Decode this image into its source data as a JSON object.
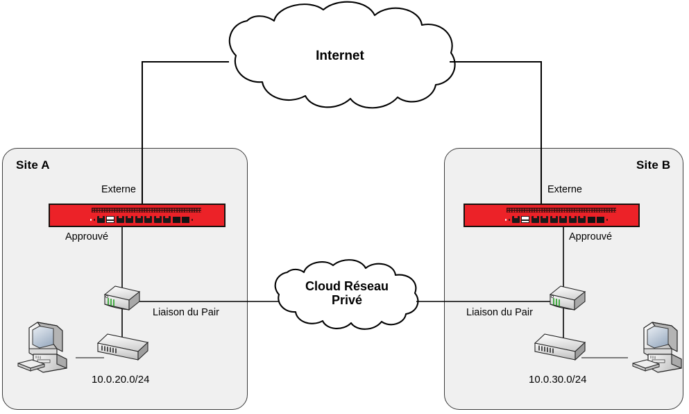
{
  "diagram": {
    "title": "Network topology: two sites connected via Internet and Private Network Cloud",
    "colors": {
      "firewall_red": "#ec2228",
      "site_box_fill": "#f0f0f0",
      "site_box_border": "#3a3a3a",
      "line": "#000000",
      "router_accent_green": "#21a021"
    }
  },
  "clouds": {
    "internet": {
      "label": "Internet"
    },
    "private": {
      "label_line1": "Cloud Réseau",
      "label_line2": "Privé"
    }
  },
  "site_a": {
    "name": "Site A",
    "firewall": {
      "icon": "firewall-appliance-icon"
    },
    "interfaces": {
      "external": "Externe",
      "trusted": "Approuvé"
    },
    "peer_link": "Liaison du Pair",
    "subnet": "10.0.20.0/24",
    "router": {
      "icon": "router-icon"
    },
    "switch": {
      "icon": "switch-icon"
    },
    "workstation": {
      "icon": "desktop-computer-icon"
    }
  },
  "site_b": {
    "name": "Site B",
    "firewall": {
      "icon": "firewall-appliance-icon"
    },
    "interfaces": {
      "external": "Externe",
      "trusted": "Approuvé"
    },
    "peer_link": "Liaison du Pair",
    "subnet": "10.0.30.0/24",
    "router": {
      "icon": "router-icon"
    },
    "switch": {
      "icon": "switch-icon"
    },
    "workstation": {
      "icon": "desktop-computer-icon"
    }
  }
}
